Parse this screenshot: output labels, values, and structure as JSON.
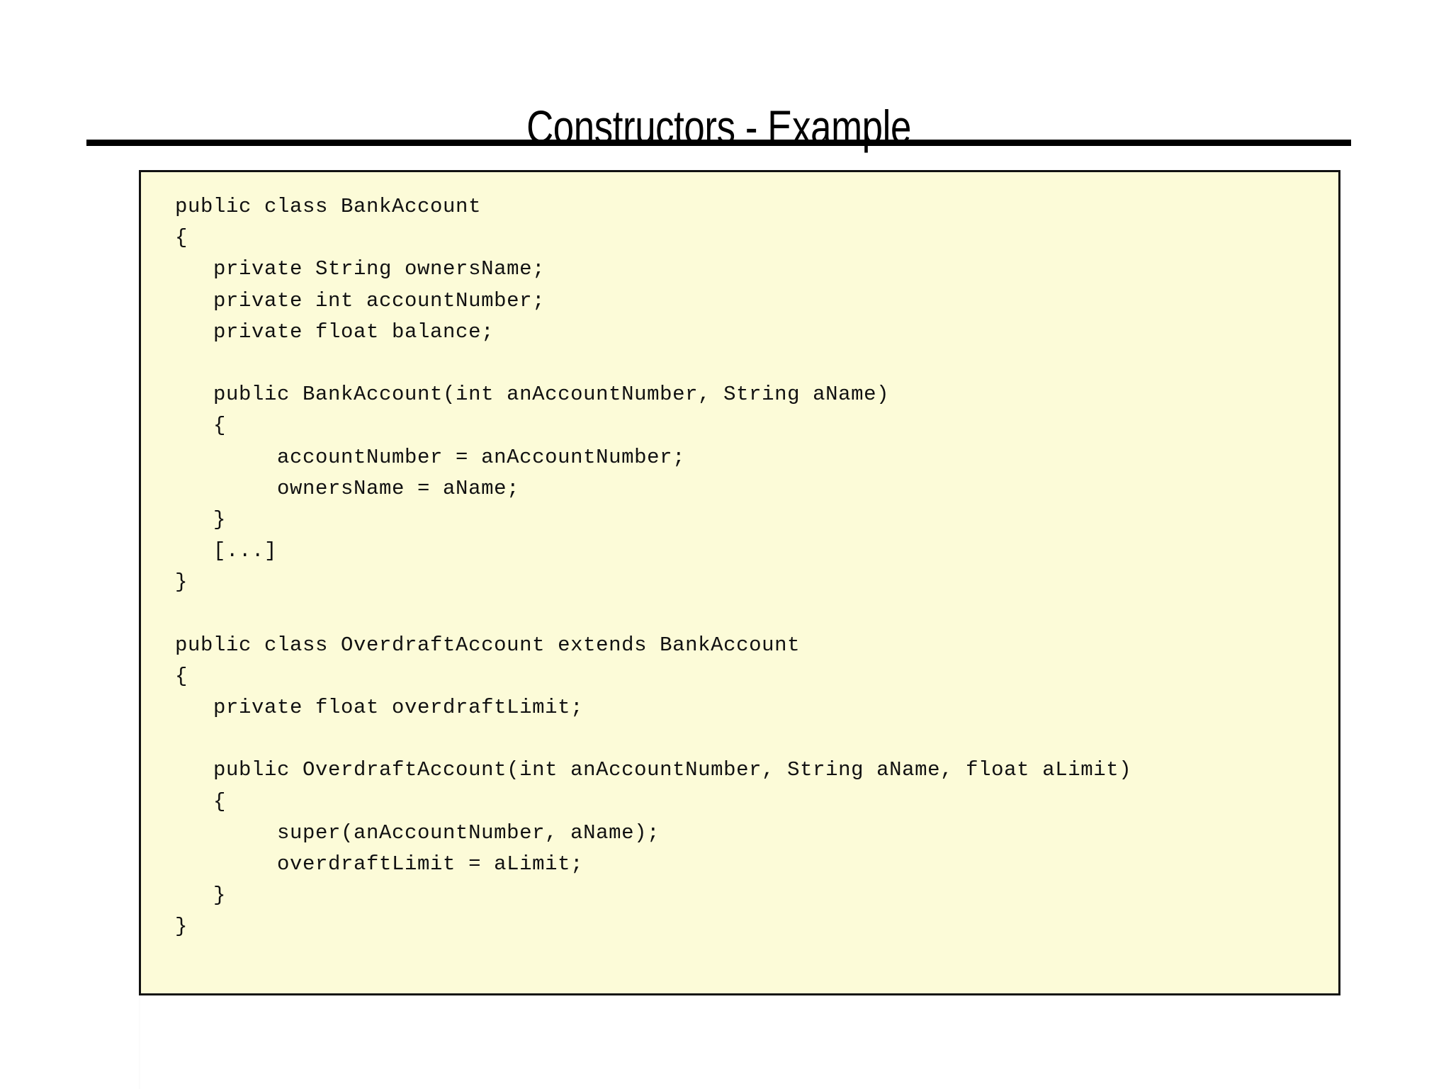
{
  "slide": {
    "title": "Constructors - Example",
    "background_color": "#ffffff",
    "rule_color": "#000000"
  },
  "code_panel": {
    "background_color": "#fcfbd8",
    "border_color": "#111111",
    "text_color": "#111111",
    "language": "java",
    "lines": [
      "public class BankAccount",
      "{",
      "   private String ownersName;",
      "   private int accountNumber;",
      "   private float balance;",
      "",
      "   public BankAccount(int anAccountNumber, String aName)",
      "   {",
      "        accountNumber = anAccountNumber;",
      "        ownersName = aName;",
      "   }",
      "   [...]",
      "}",
      "",
      "public class OverdraftAccount extends BankAccount",
      "{",
      "   private float overdraftLimit;",
      "",
      "   public OverdraftAccount(int anAccountNumber, String aName, float aLimit)",
      "   {",
      "        super(anAccountNumber, aName);",
      "        overdraftLimit = aLimit;",
      "   }",
      "}"
    ]
  }
}
